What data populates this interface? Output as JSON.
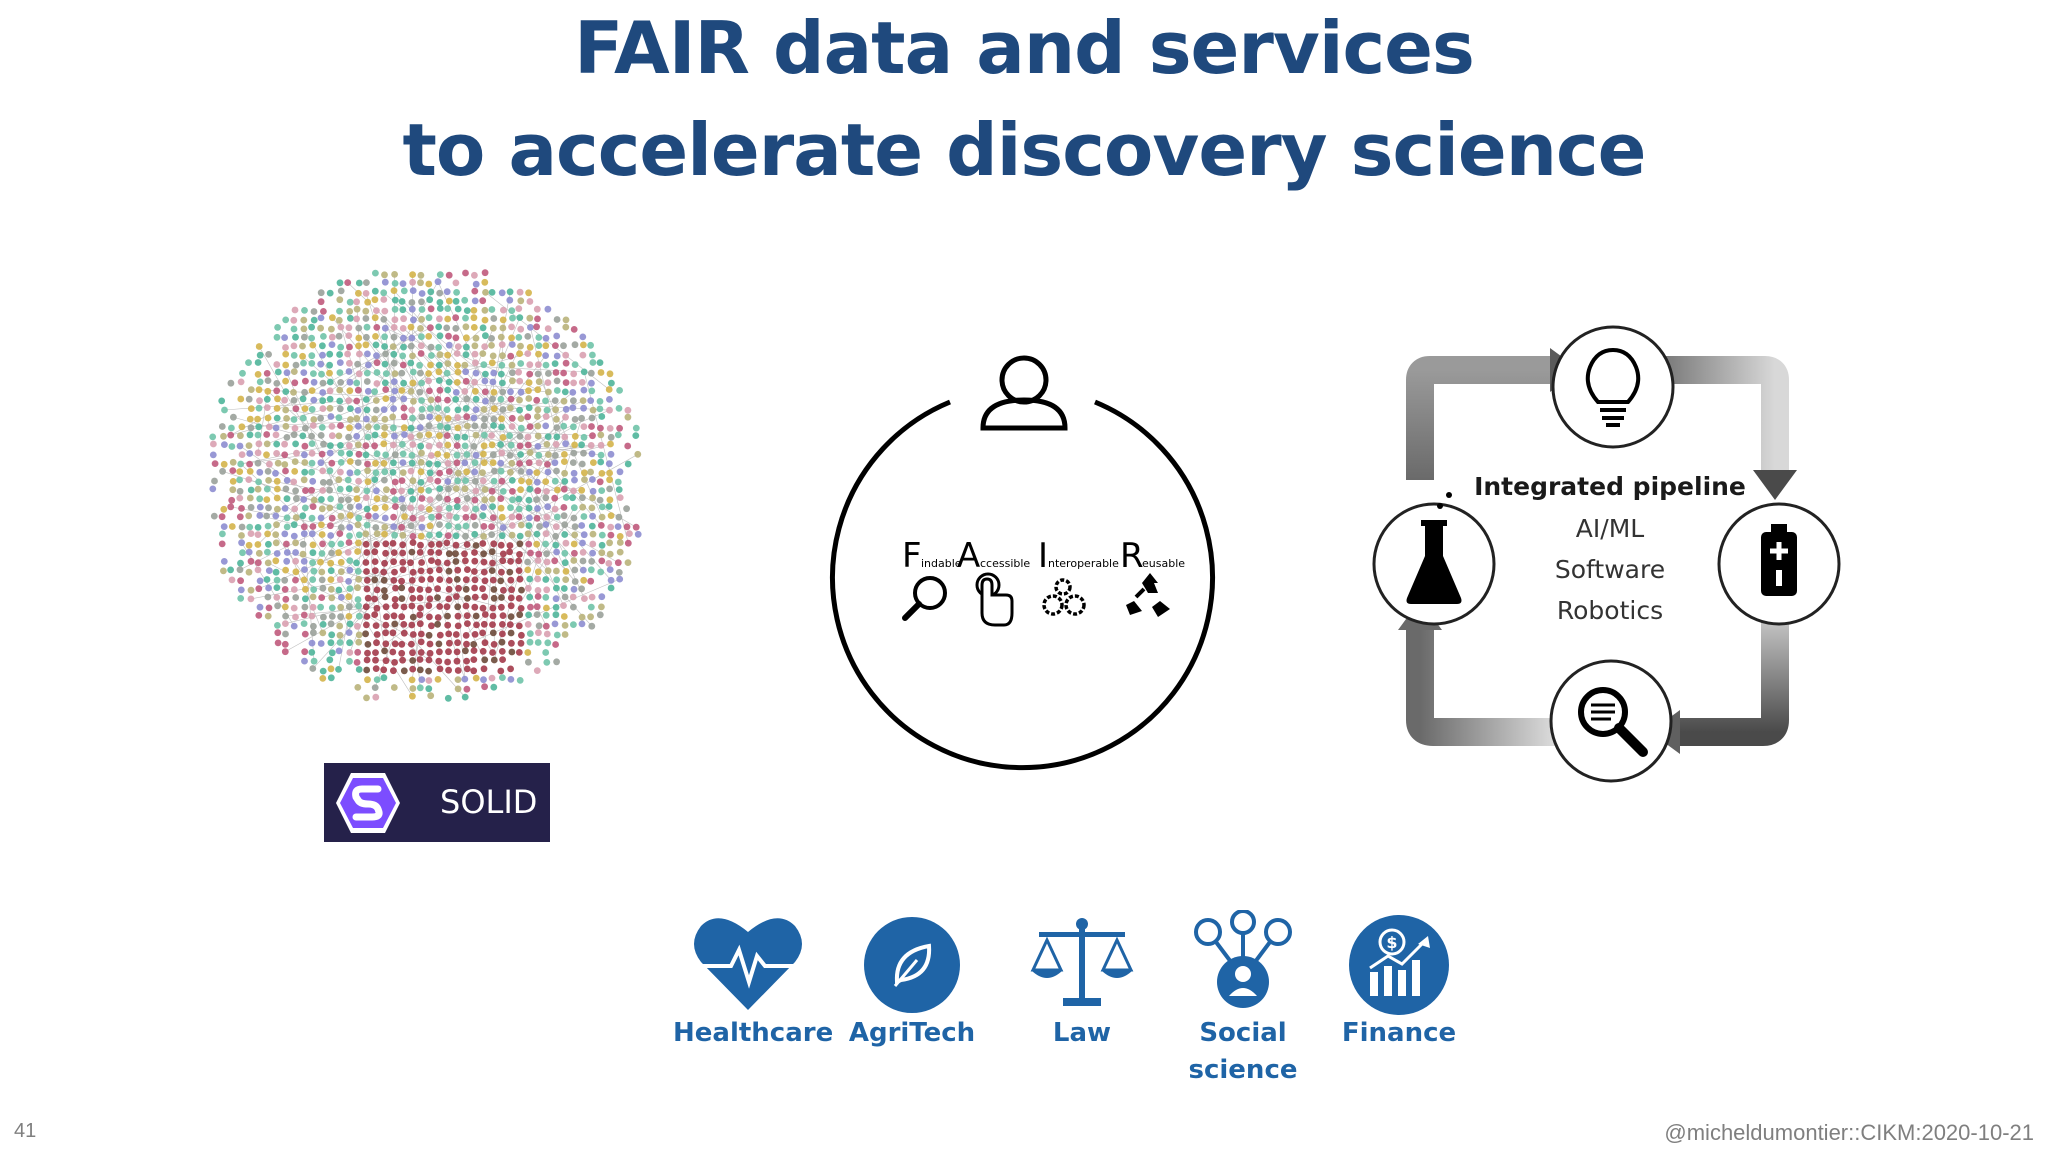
{
  "slide": {
    "title_line1": "FAIR data and services",
    "title_line2": "to accelerate discovery science",
    "slide_number": "41",
    "footer": "@micheldumontier::CIKM:2020-10-21"
  },
  "solid": {
    "label": "SOLID",
    "color": "#7c4dff"
  },
  "fair": {
    "letters": [
      {
        "letter": "F",
        "word": "indable"
      },
      {
        "letter": "A",
        "word": "ccessible"
      },
      {
        "letter": "I",
        "word": "nteroperable"
      },
      {
        "letter": "R",
        "word": "eusable"
      }
    ],
    "icons": [
      "person-icon",
      "magnifier-icon",
      "pointer-hand-icon",
      "gears-icon",
      "recycle-icon"
    ]
  },
  "pipeline": {
    "heading": "Integrated pipeline",
    "lines": [
      "AI/ML",
      "Software",
      "Robotics"
    ],
    "icons": [
      "lightbulb-icon",
      "battery-icon",
      "search-document-icon",
      "flask-icon"
    ]
  },
  "domains": [
    {
      "label": "Healthcare",
      "icon": "heart-pulse-icon"
    },
    {
      "label": "AgriTech",
      "icon": "leaf-icon"
    },
    {
      "label": "Law",
      "icon": "scales-icon"
    },
    {
      "label": "Social",
      "label2": "science",
      "icon": "people-network-icon"
    },
    {
      "label": "Finance",
      "icon": "finance-chart-icon"
    }
  ],
  "colors": {
    "title": "#1f497d",
    "domain": "#1f64a6",
    "solid_bg": "#25214a"
  }
}
